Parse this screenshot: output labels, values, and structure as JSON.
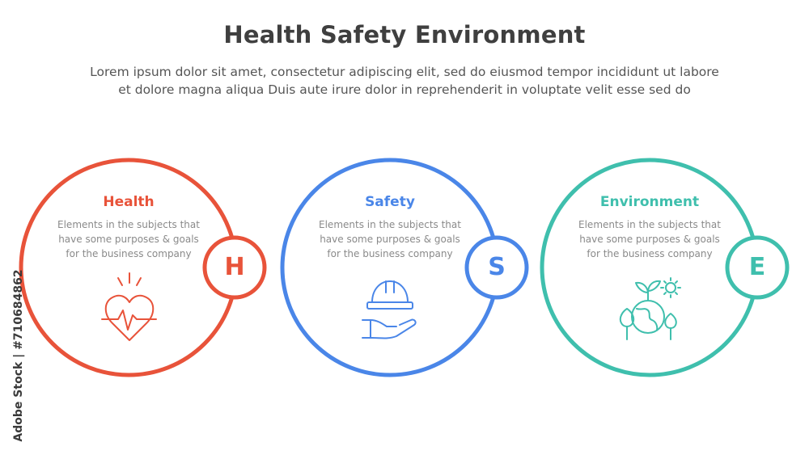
{
  "header": {
    "title": "Health Safety Environment",
    "subtitle_line1": "Lorem ipsum dolor sit amet, consectetur adipiscing elit, sed do eiusmod tempor incididunt ut labore",
    "subtitle_line2": "et dolore magna aliqua Duis aute irure dolor in reprehenderit in voluptate velit esse sed do"
  },
  "items": [
    {
      "title": "Health",
      "desc_line1": "Elements in the subjects that",
      "desc_line2": "have  some purposes & goals",
      "desc_line3": "for the  business company",
      "letter": "H",
      "color": "#e8533a",
      "icon": "heart-pulse-icon"
    },
    {
      "title": "Safety",
      "desc_line1": "Elements in the subjects that",
      "desc_line2": "have  some purposes & goals",
      "desc_line3": "for the  business company",
      "letter": "S",
      "color": "#4a86e8",
      "icon": "hardhat-hand-icon"
    },
    {
      "title": "Environment",
      "desc_line1": "Elements in the subjects that",
      "desc_line2": "have  some purposes & goals",
      "desc_line3": "for the  business company",
      "letter": "E",
      "color": "#3fbfad",
      "icon": "earth-plant-icon"
    }
  ],
  "watermark": "Adobe Stock | #710684862"
}
